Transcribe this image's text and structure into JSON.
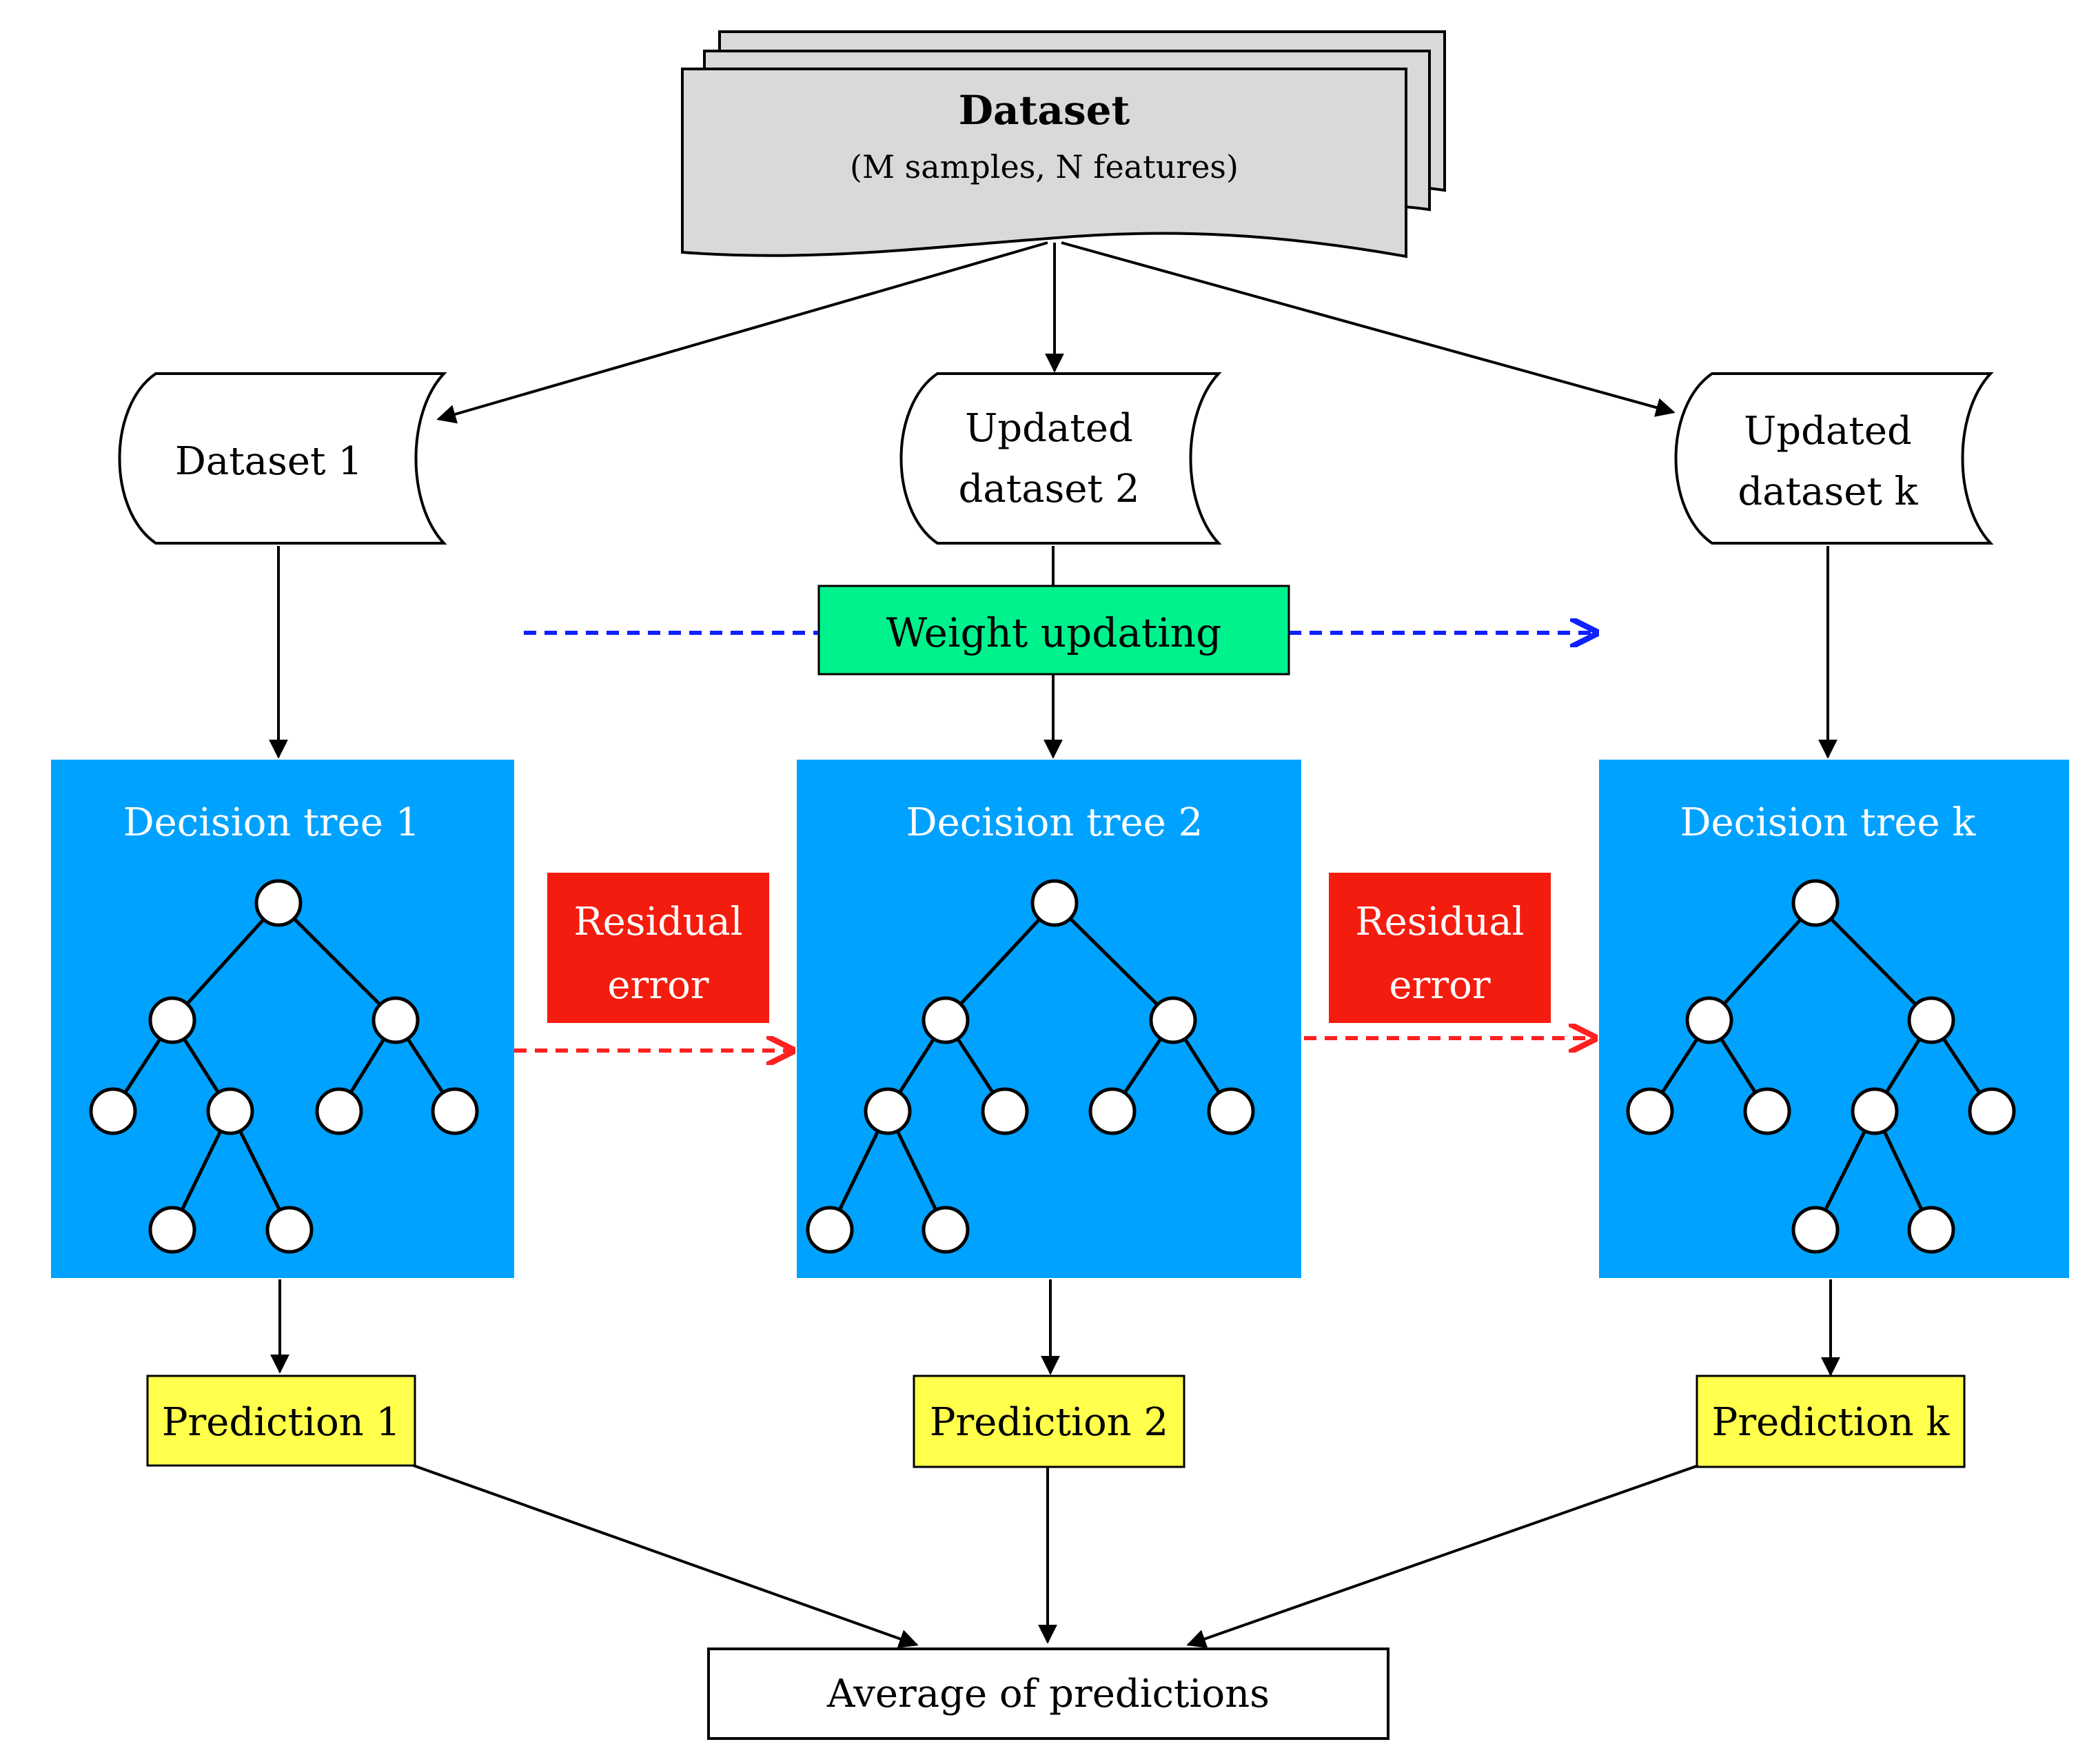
{
  "dataset": {
    "title": "Dataset",
    "subtitle": "(M samples, N features)"
  },
  "datasets": [
    {
      "lines": [
        "Dataset 1"
      ]
    },
    {
      "lines": [
        "Updated",
        "dataset 2"
      ]
    },
    {
      "lines": [
        "Updated",
        "dataset k"
      ]
    }
  ],
  "weight_updating": "Weight updating",
  "trees": [
    {
      "title": "Decision tree 1"
    },
    {
      "title": "Decision tree 2"
    },
    {
      "title": "Decision tree k"
    }
  ],
  "residuals": [
    {
      "lines": [
        "Residual",
        "error"
      ]
    },
    {
      "lines": [
        "Residual",
        "error"
      ]
    }
  ],
  "predictions": [
    "Prediction 1",
    "Prediction 2",
    "Prediction k"
  ],
  "average": "Average of predictions",
  "colors": {
    "tree_panel": "#00A2FF",
    "residual_box": "#F41C0E",
    "weight_box": "#00F28C",
    "prediction_box": "#FFFF4C",
    "dataset_stack": "#D9D9D9",
    "residual_arrow": "#FF2020",
    "weight_arrow": "#1020FF"
  }
}
